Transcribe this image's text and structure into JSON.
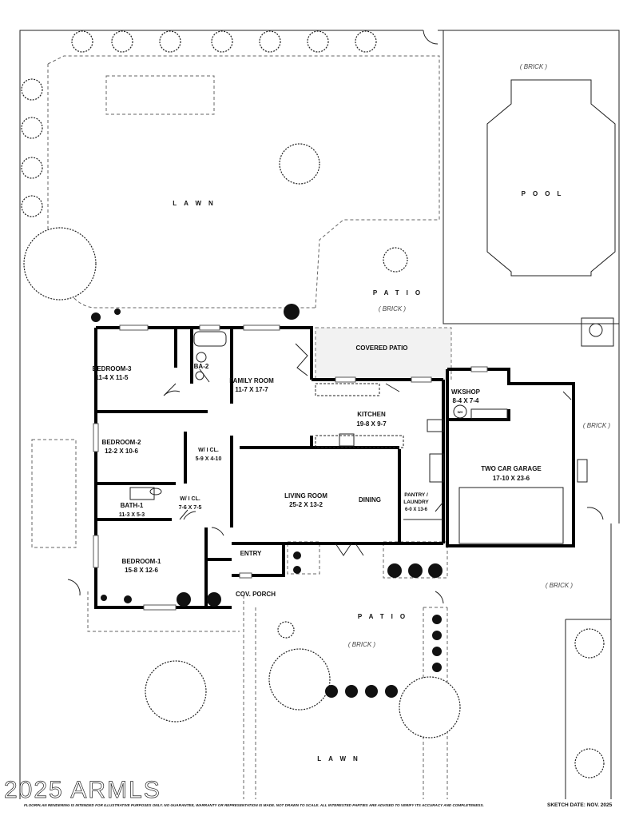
{
  "labels": {
    "brick_top": "( BRICK )",
    "pool": "POOL",
    "lawn_top": "LAWN",
    "patio_top": "PATIO",
    "patio_top_brick": "( BRICK )",
    "covered_patio": "COVERED PATIO",
    "brick_right": "( BRICK )",
    "brick_lower_right": "( BRICK )",
    "patio_bottom": "PATIO",
    "patio_bottom_brick": "( BRICK )",
    "lawn_bottom": "LAWN",
    "entry": "ENTRY",
    "cov_porch": "COV. PORCH",
    "dining": "DINING",
    "wh": "WH"
  },
  "rooms": [
    {
      "name": "BEDROOM-3",
      "size": "11-4  X  11-5"
    },
    {
      "name": "BA-2",
      "size": ""
    },
    {
      "name": "FAMILY ROOM",
      "size": "11-7  X  17-7"
    },
    {
      "name": "KITCHEN",
      "size": "19-8 X 9-7"
    },
    {
      "name": "WKSHOP",
      "size": "8-4 X 7-4"
    },
    {
      "name": "BEDROOM-2",
      "size": "12-2  X  10-6"
    },
    {
      "name": "W/ I  CL.",
      "size": "5-9 X 4-10"
    },
    {
      "name": "TWO CAR GARAGE",
      "size": "17-10  X  23-6"
    },
    {
      "name": "LIVING ROOM",
      "size": "25-2  X  13-2"
    },
    {
      "name": "PANTRY /",
      "size": "LAUNDRY",
      "size2": "6-0 X 13-6"
    },
    {
      "name": "BATH-1",
      "size": "11-3 X 5-3"
    },
    {
      "name": "W/ I  CL.",
      "size": "7-6 X 7-5"
    },
    {
      "name": "BEDROOM-1",
      "size": "15-8  X  12-6"
    }
  ],
  "footer": {
    "disclaimer": "FLOORPLAN RENDERING IS INTENDED FOR ILLUSTRATIVE PURPOSES ONLY.  NO GUARANTEE, WARRANTY OR REPRESENTATION IS MADE.  NOT DRAWN TO SCALE.  ALL INTERESTED PARTIES ARE ADVISED TO VERIFY ITS ACCURACY AND COMPLETENESS.",
    "sketch_date": "SKETCH DATE:  NOV. 2025",
    "watermark": "2025 ARMLS"
  }
}
